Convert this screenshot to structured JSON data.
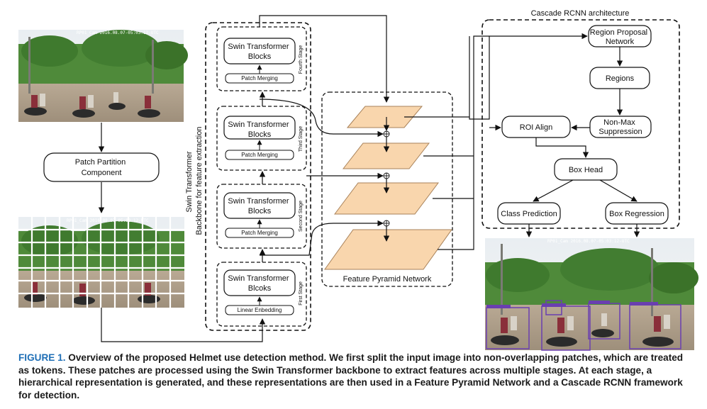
{
  "figure": {
    "patch_partition": "Patch Partition\nComponent",
    "backbone_label": [
      "Swin Transformer",
      "Backbone for feature extraction"
    ],
    "stages": [
      {
        "block": "Swin Transformer\nBlcoks",
        "sub": "Linear Enbedding",
        "stage": "First Stage"
      },
      {
        "block": "Swin Transformer\nBlocks",
        "sub": "Patch Merging",
        "stage": "Second Stage"
      },
      {
        "block": "Swin Transformer\nBlocks",
        "sub": "Patch Merging",
        "stage": "Third Stage"
      },
      {
        "block": "Swin Transformer\nBlocks",
        "sub": "Patch Merging",
        "stage": "Fourth Stage"
      }
    ],
    "fpn_label": "Feature Pyramid Network",
    "cascade_title": "Cascade RCNN architecture",
    "cascade": {
      "rpn": "Region Proposal\nNetwork",
      "regions": "Regions",
      "nms": "Non-Max\nSuppression",
      "roi_align": "ROI Align",
      "box_head": "Box Head",
      "class_prediction": "Class Prediction",
      "box_regression": "Box Regression"
    },
    "camera_stamp_input": "RP01_Cam 2016.08.07-05:03:12-UTC",
    "camera_stamp_patched": "RP01_Cam 2016.08.07-05:03:12-UTC",
    "camera_stamp_output": "RP01_Cam 2016.08.0?-05:03:12-UTC",
    "colors": {
      "fpn_fill": "#f9d6ad",
      "fpn_stroke": "#a8825a",
      "caption_label": "#1f6fb6",
      "detection_box": "#6a3fb0"
    }
  },
  "caption": {
    "label": "FIGURE 1.",
    "text": "Overview of the proposed Helmet use detection method. We first split the input image into non-overlapping patches, which are treated as tokens. These patches are processed using the Swin Transformer backbone to extract features across multiple stages. At each stage, a hierarchical representation is generated, and these representations are then used in a Feature Pyramid Network and a Cascade RCNN framework for detection."
  }
}
